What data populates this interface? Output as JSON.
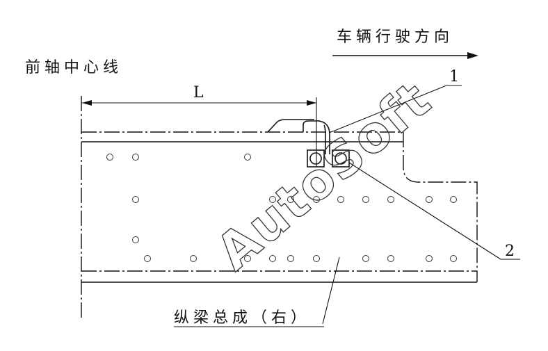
{
  "labels": {
    "direction": "车辆行驶方向",
    "front_axle": "前轴中心线",
    "dimension": "L",
    "callout_1": "1",
    "callout_2": "2",
    "assembly": "纵梁总成（右）"
  },
  "watermark": "AutoSoft"
}
